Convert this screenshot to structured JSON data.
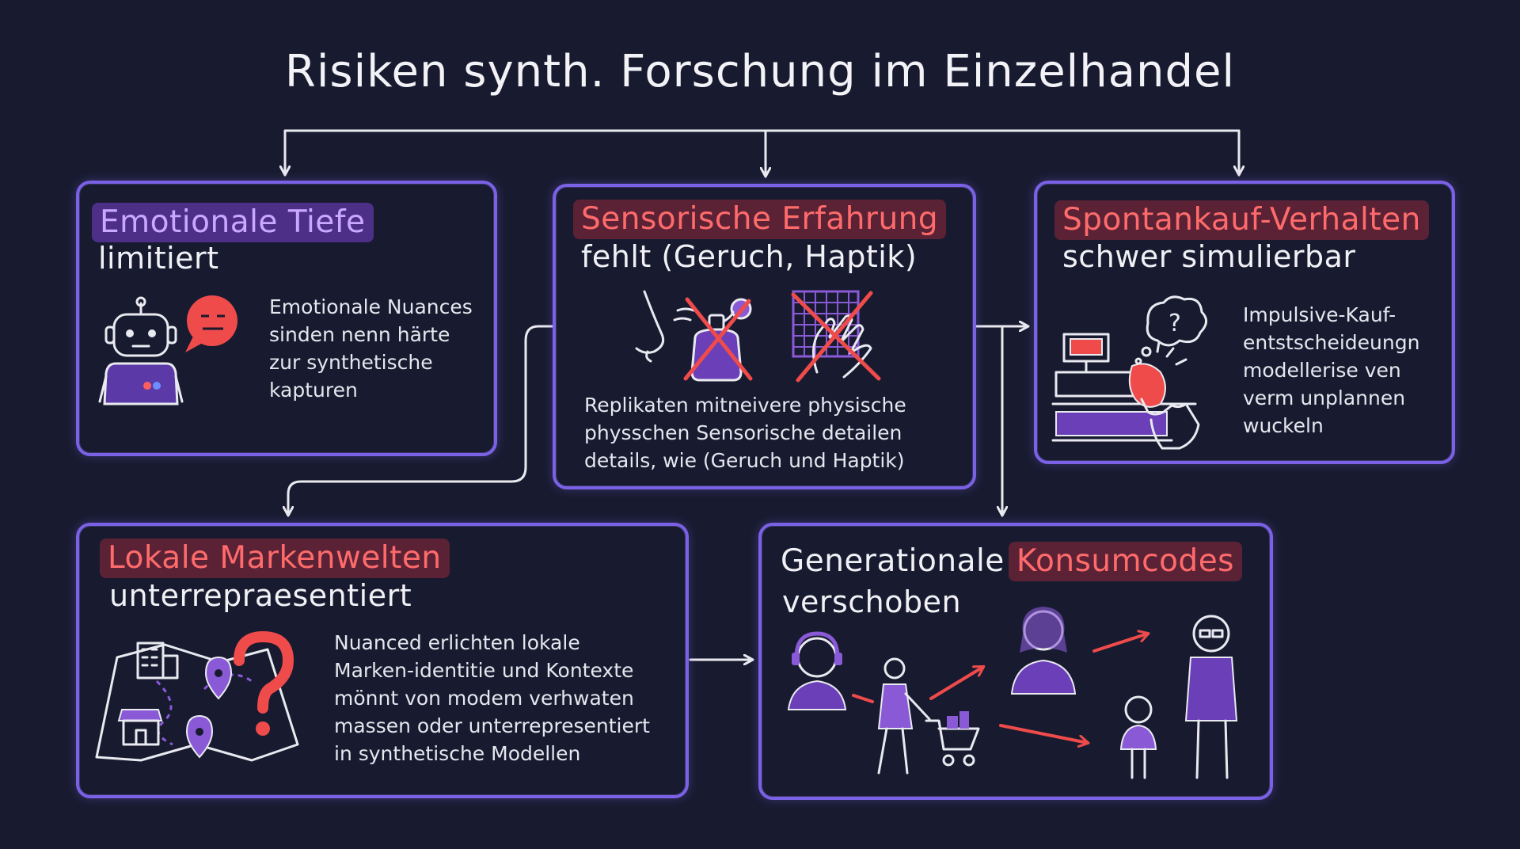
{
  "title": "Risiken synth. Forschung im Einzelhandel",
  "colors": {
    "background": "#181b30",
    "card_border": "#7b61e6",
    "accent_red": "#ff6b6b",
    "accent_purple": "#c9a8ff"
  },
  "cards": {
    "emotional": {
      "heading": "Emotionale Tiefe",
      "subheading": "limitiert",
      "lines": [
        "Emotionale Nuances",
        "sinden nenn härte",
        "zur synthetische",
        "kapturen"
      ],
      "icons": [
        "robot-icon",
        "sad-speech-bubble-icon"
      ]
    },
    "sensory": {
      "heading": "Sensorische Erfahrung",
      "subheading": "fehlt (Geruch, Haptik)",
      "lines": [
        "Replikaten mitneivere physische",
        "physschen Sensorische detailen",
        "details, wie (Geruch und Haptik)"
      ],
      "icons": [
        "nose-icon",
        "perfume-crossed-icon",
        "fabric-hand-crossed-icon"
      ]
    },
    "impulse": {
      "heading": "Spontankauf-Verhalten",
      "subheading": "schwer simulierbar",
      "lines": [
        "Impulsive-Kauf-",
        "entstscheideungn",
        "modellerise ven",
        "verm unplannen",
        "wuckeln"
      ],
      "icons": [
        "thought-bubble-question-icon",
        "cash-register-icon",
        "hand-grab-icon"
      ]
    },
    "local": {
      "heading": "Lokale Markenwelten",
      "subheading": "unterrepraesentiert",
      "lines": [
        "Nuanced erlichten lokale",
        "Marken-identitie und Kontexte",
        "mönnt von modem verhwaten",
        "massen oder unterrepresentiert",
        "in synthetische Modellen"
      ],
      "icons": [
        "map-icon",
        "question-mark-icon",
        "store-icon",
        "location-pin-icon"
      ]
    },
    "generational": {
      "heading_plain": "Generationale",
      "heading_highlight": "Konsumcodes",
      "subheading": "verschoben",
      "icons": [
        "teen-headphones-icon",
        "shopper-cart-icon",
        "adult-woman-icon",
        "child-icon",
        "grandfather-icon"
      ]
    }
  }
}
